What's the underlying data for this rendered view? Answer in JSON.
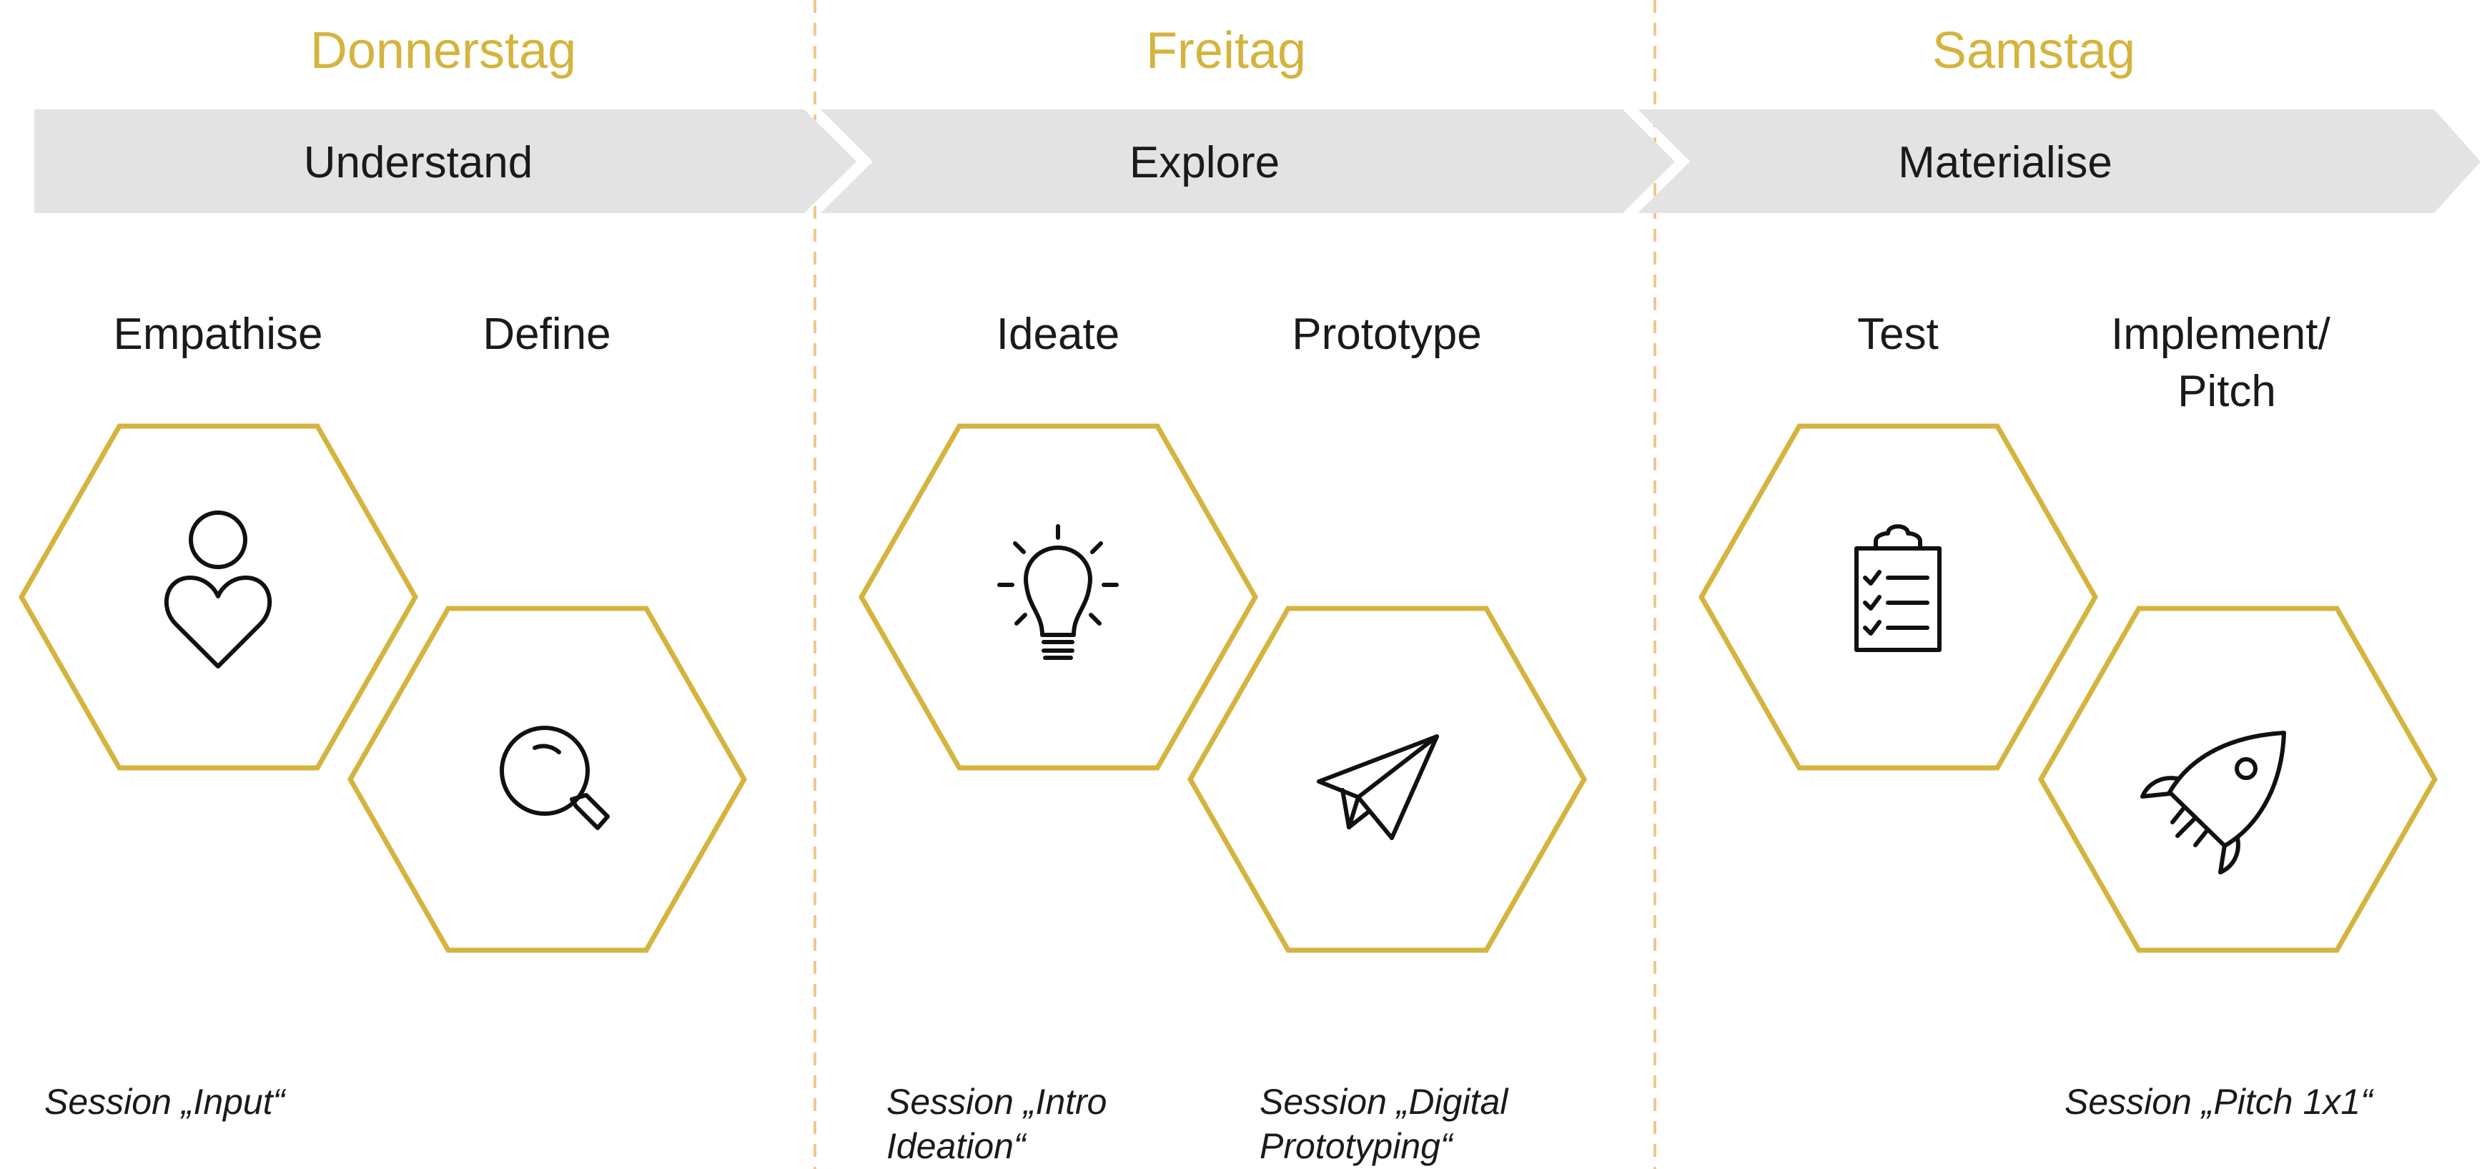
{
  "days": [
    "Donnerstag",
    "Freitag",
    "Samstag"
  ],
  "phases": [
    "Understand",
    "Explore",
    "Materialise"
  ],
  "steps": [
    {
      "lines": [
        "Empathise"
      ],
      "icon": "person-heart-icon"
    },
    {
      "lines": [
        "Define"
      ],
      "icon": "magnifier-icon"
    },
    {
      "lines": [
        "Ideate"
      ],
      "icon": "lightbulb-icon"
    },
    {
      "lines": [
        "Prototype"
      ],
      "icon": "paper-plane-icon"
    },
    {
      "lines": [
        "Test"
      ],
      "icon": "clipboard-checklist-icon"
    },
    {
      "lines": [
        "Implement/",
        "Pitch"
      ],
      "icon": "rocket-icon"
    }
  ],
  "sessions": [
    {
      "lines": [
        "Session „Input“"
      ]
    },
    {
      "lines": [
        "Session „Intro",
        "Ideation“"
      ]
    },
    {
      "lines": [
        "Session „Digital",
        "Prototyping“"
      ]
    },
    {
      "lines": [
        "Session „Pitch 1x1“"
      ]
    }
  ],
  "colors": {
    "accent": "#d4b43e",
    "arrow": "#e3e3e3",
    "divider": "#f0c88a",
    "text": "#1a1a1a"
  }
}
